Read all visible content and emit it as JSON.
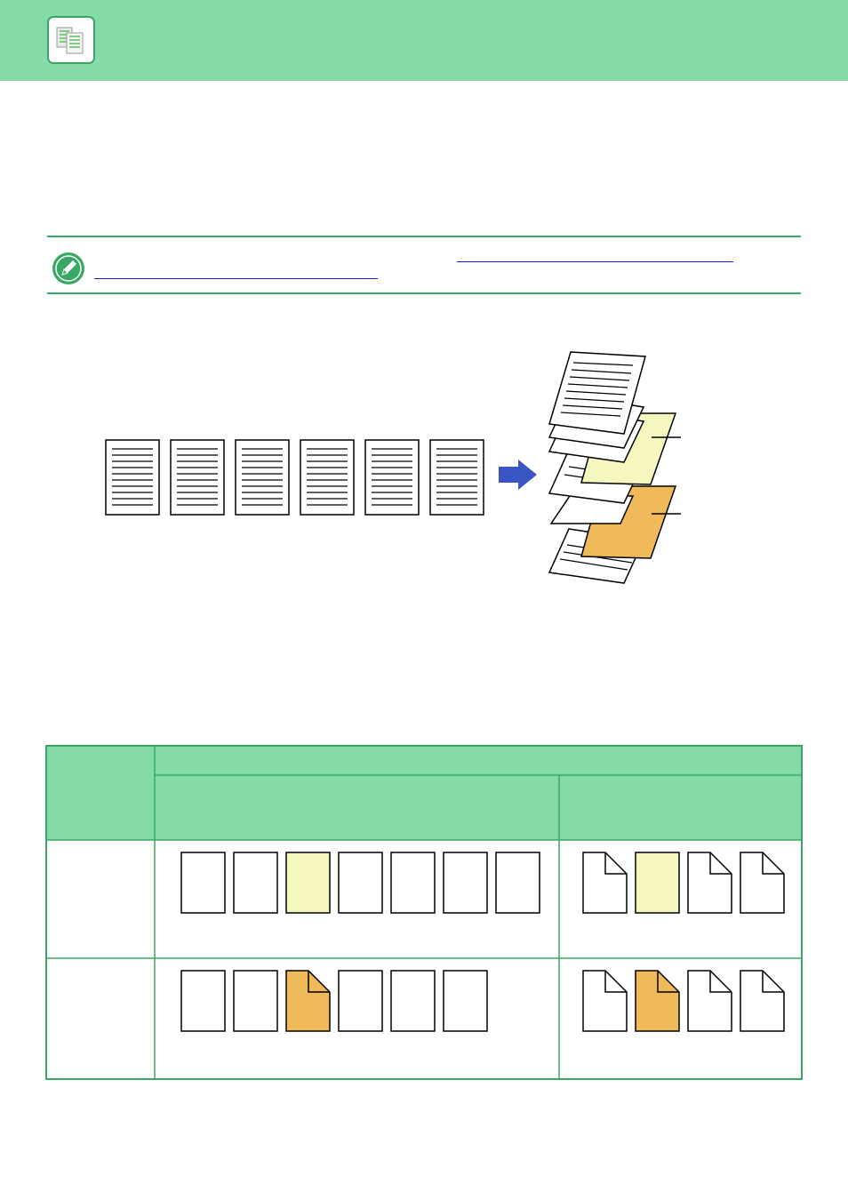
{
  "header": {
    "app_icon": "copy-document-icon",
    "accent": "#84dba6",
    "border": "#3aa865"
  },
  "note": {
    "icon": "pencil-note-icon",
    "links": [
      "",
      ""
    ]
  },
  "illustration": {
    "originals_count": 6,
    "arrow_color": "#3a55c4",
    "insert_colors": {
      "light": "#f5f7bf",
      "dark": "#f0b95a"
    }
  },
  "table": {
    "header_fill": "#84dba6",
    "rows": [
      {
        "left_sheets": [
          "plain",
          "plain",
          "light",
          "plain",
          "plain",
          "plain",
          "plain"
        ],
        "right_sheets": [
          "folded",
          "light",
          "folded",
          "folded"
        ]
      },
      {
        "left_sheets": [
          "plain",
          "plain",
          "dark-folded",
          "plain",
          "plain",
          "plain"
        ],
        "right_sheets": [
          "folded",
          "dark-folded",
          "folded",
          "folded"
        ]
      }
    ]
  }
}
